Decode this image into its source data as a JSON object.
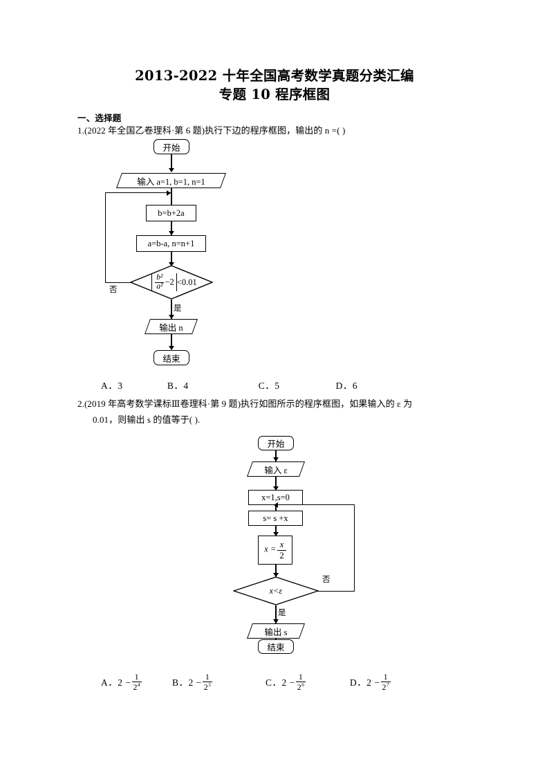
{
  "document": {
    "title_line1": "2013-2022 十年全国高考数学真题分类汇编",
    "title_line2": "专题 10 程序框图",
    "section_heading": "一、选择题"
  },
  "questions": [
    {
      "number": "1.",
      "stem": "(2022 年全国乙卷理科·第 6 题)执行下边的程序框图，输出的 n =(      )",
      "options": [
        {
          "label": "A．3"
        },
        {
          "label": "B．4"
        },
        {
          "label": "C．5"
        },
        {
          "label": "D．6"
        }
      ],
      "flowchart": {
        "start": "开始",
        "input": "输入 a=1, b=1, n=1",
        "process1": "b=b+2a",
        "process2": "a=b-a, n=n+1",
        "decision_parts": {
          "numerator": "b²",
          "denominator": "a²",
          "minus": "−2",
          "compare": "<0.01"
        },
        "decision_text": "|b²/a² − 2| < 0.01",
        "yes_label": "是",
        "no_label": "否",
        "output": "输出 n",
        "end": "结束"
      }
    },
    {
      "number": "2.",
      "stem_line1": "(2019 年高考数学课标Ⅲ卷理科·第 9 题)执行如图所示的程序框图，如果输入的 ε 为",
      "stem_line2": "0.01，则输出 s 的值等于(      ).",
      "options": [
        {
          "prefix": "A．2 −",
          "num": "1",
          "den": "2",
          "exp": "4"
        },
        {
          "prefix": "B．2 −",
          "num": "1",
          "den": "2",
          "exp": "5"
        },
        {
          "prefix": "C．2 −",
          "num": "1",
          "den": "2",
          "exp": "6"
        },
        {
          "prefix": "D．2 −",
          "num": "1",
          "den": "2",
          "exp": "7"
        }
      ],
      "flowchart": {
        "start": "开始",
        "input": "输入 ε",
        "process1": "x=1,s=0",
        "process2": "s= s +x",
        "process3_lhs": "x =",
        "process3_num": "x",
        "process3_den": "2",
        "decision": "x<ε",
        "yes_label": "是",
        "no_label": "否",
        "output": "输出 s",
        "end": "结束"
      }
    }
  ],
  "colors": {
    "page_background": "#ffffff",
    "ink": "#000000"
  }
}
